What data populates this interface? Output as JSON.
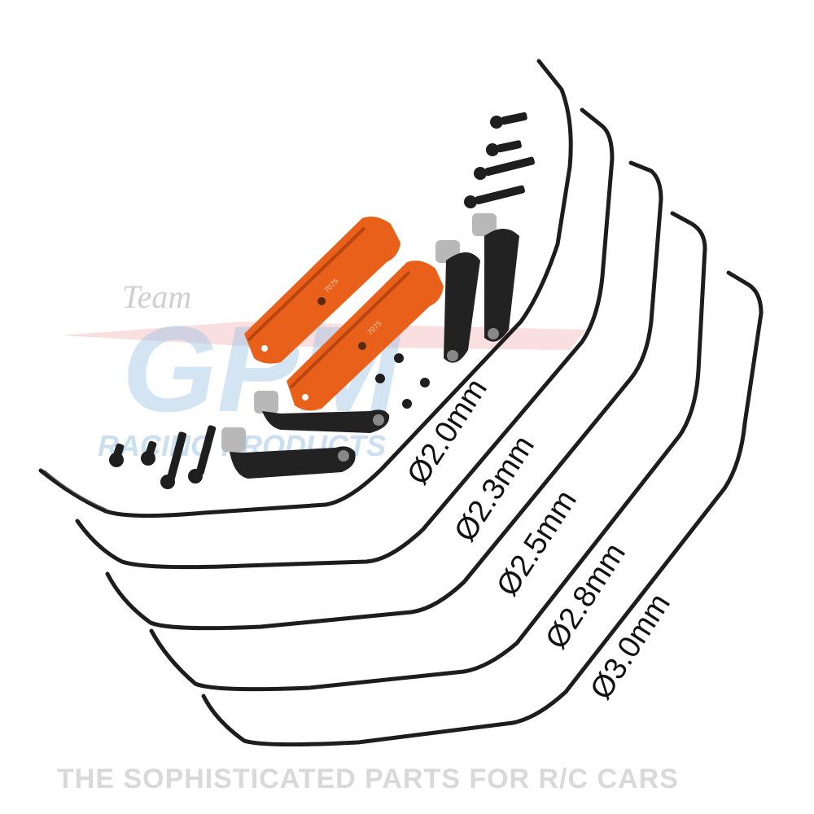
{
  "watermark": {
    "team": "Team",
    "brand": "GPM",
    "subtitle": "RACING PRODUCTS",
    "tagline": "THE SOPHISTICATED PARTS FOR R/C CARS"
  },
  "parts": {
    "mount_engraving": "7075"
  },
  "sway_bars": [
    {
      "label": "Ø2.0mm"
    },
    {
      "label": "Ø2.3mm"
    },
    {
      "label": "Ø2.5mm"
    },
    {
      "label": "Ø2.8mm"
    },
    {
      "label": "Ø3.0mm"
    }
  ],
  "colors": {
    "mount": "#e8601a",
    "bar": "#1d1d1d",
    "watermark_blue": "#9fc4e6",
    "watermark_red": "#f2b8b8"
  }
}
